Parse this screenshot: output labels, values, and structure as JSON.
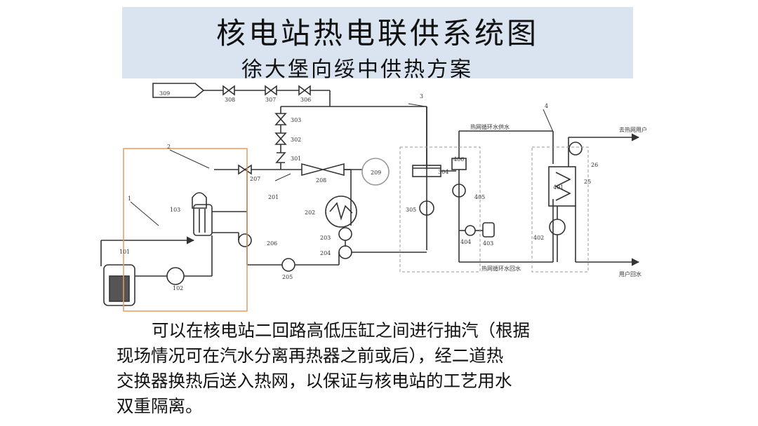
{
  "header": {
    "title": "核电站热电联供系统图",
    "subtitle": "徐大堡向绥中供热方案"
  },
  "diagram": {
    "labels": {
      "n309": "309",
      "n308": "308",
      "n307": "307",
      "n306": "306",
      "n303": "303",
      "n302": "302",
      "n301": "301",
      "n3": "3",
      "n4": "4",
      "n2": "2",
      "n1": "1",
      "n103": "103",
      "n101": "101",
      "n102": "102",
      "n207": "207",
      "n208": "208",
      "n209": "209",
      "n201": "201",
      "n202": "202",
      "n203": "203",
      "n204": "204",
      "n205": "205",
      "n206": "206",
      "n406": "406",
      "n304": "304",
      "n305": "305",
      "n405": "405",
      "n404": "404",
      "n403": "403",
      "n402": "402",
      "n401": "401",
      "n26": "26",
      "n25": "25",
      "supply": "热网循环水供水",
      "return": "热网循环水回水",
      "to_users": "去热网用户",
      "user_return": "用户回水"
    }
  },
  "description": {
    "lines": [
      "可以在核电站二回路高低压缸之间进行抽汽（根据",
      "现场情况可在汽水分离再热器之前或后），经二道热",
      "交换器换热后送入热网，以保证与核电站的工艺用水",
      "双重隔离。"
    ]
  },
  "colors": {
    "title_background": "#dae4f0",
    "highlight_box": "#e89a5a",
    "line": "#333333"
  }
}
